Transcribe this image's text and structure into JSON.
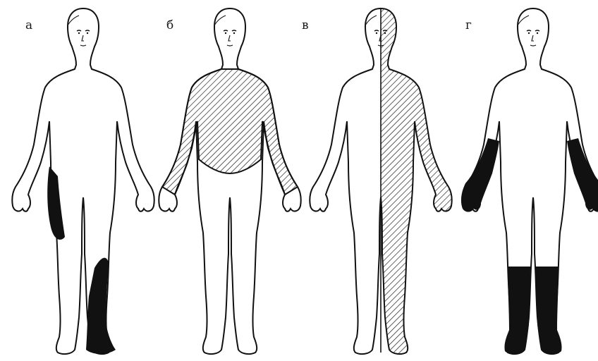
{
  "labels": {
    "a": "а",
    "b": "б",
    "v": "в",
    "g": "г"
  },
  "colors": {
    "outline": "#111111",
    "fill": "#111111",
    "background": "#ffffff"
  }
}
